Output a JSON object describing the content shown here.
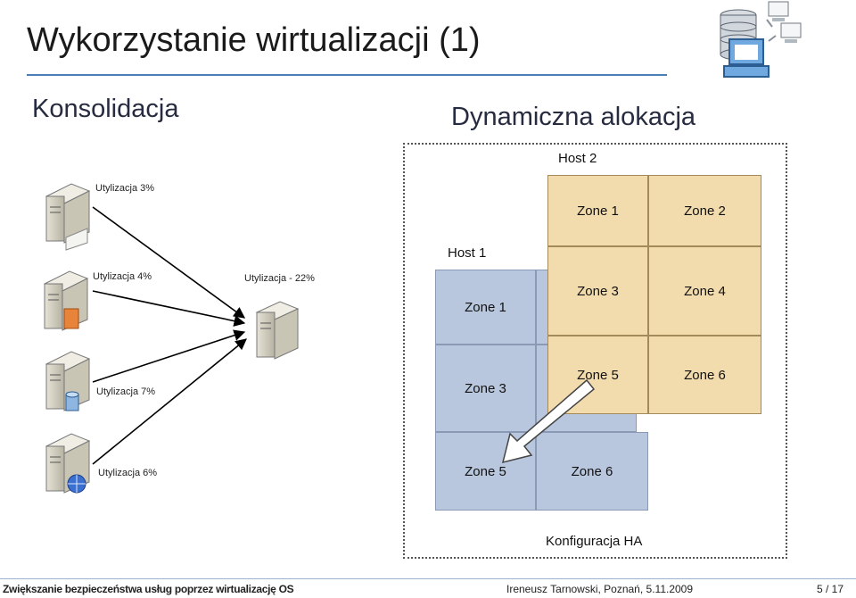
{
  "slide": {
    "title": "Wykorzystanie wirtualizacji  (1)",
    "left_heading": "Konsolidacja",
    "right_heading": "Dynamiczna alokacja"
  },
  "consolidation": {
    "sources": [
      {
        "label": "Utylizacja  3%"
      },
      {
        "label": "Utylizacja    4%"
      },
      {
        "label": "Utylizacja 7%"
      },
      {
        "label": "Utylizacja 6%"
      }
    ],
    "target_label": "Utylizacja - 22%"
  },
  "ha": {
    "host1_label": "Host 1",
    "host2_label": "Host 2",
    "host1_zones": [
      "Zone 1",
      "Zone 3",
      "Zone 5",
      "Zone 6"
    ],
    "host2_zones": [
      "Zone 1",
      "Zone 2",
      "Zone 3",
      "Zone 4",
      "Zone 5",
      "Zone 6"
    ],
    "caption": "Konfiguracja HA"
  },
  "footer": {
    "left": "Zwiększanie bezpieczeństwa usług poprzez wirtualizację OS",
    "center": "Ireneusz Tarnowski, Poznań, 5.11.2009",
    "page": "5 / 17"
  },
  "colors": {
    "accent": "#4a7fb5",
    "host1_zone": "#b8c7dd",
    "host2_zone": "#f2dcae"
  },
  "icons": [
    "database-icon",
    "laptop-icon",
    "computer-icon",
    "server-icon",
    "globe-icon",
    "arrow-icon"
  ]
}
